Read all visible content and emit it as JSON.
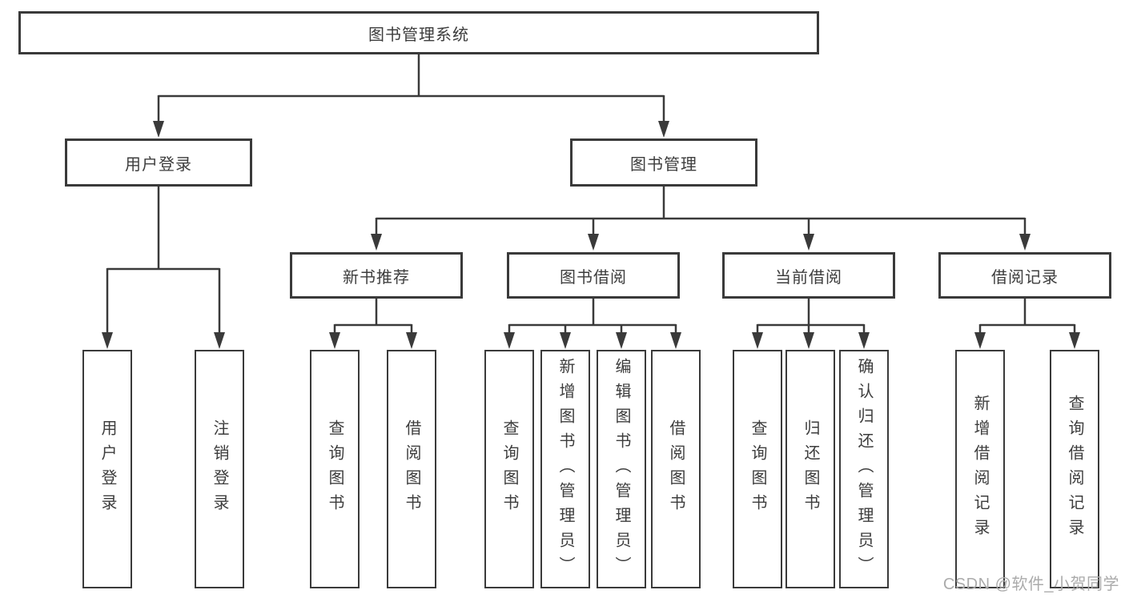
{
  "title": {
    "label": "图书管理系统"
  },
  "level2": {
    "user_login": {
      "label": "用户登录"
    },
    "book_management": {
      "label": "图书管理"
    }
  },
  "level3": {
    "new_book_recommend": {
      "label": "新书推荐"
    },
    "book_borrow": {
      "label": "图书借阅"
    },
    "current_borrow": {
      "label": "当前借阅"
    },
    "borrow_records": {
      "label": "借阅记录"
    }
  },
  "leaves": {
    "user_login": [
      "用户登录",
      "注销登录"
    ],
    "new_book_recommend": [
      "查询图书",
      "借阅图书"
    ],
    "book_borrow": [
      "查询图书",
      "新增图书（管理员）",
      "编辑图书（管理员）",
      "借阅图书"
    ],
    "current_borrow": [
      "查询图书",
      "归还图书",
      "确认归还（管理员）"
    ],
    "borrow_records": [
      "新增借阅记录",
      "查询借阅记录"
    ]
  },
  "watermark": "CSDN @软件_小贺同学",
  "colors": {
    "line": "#3a3a3a",
    "text": "#3d3d3d",
    "watermark": "#ababab",
    "background": "#ffffff"
  }
}
